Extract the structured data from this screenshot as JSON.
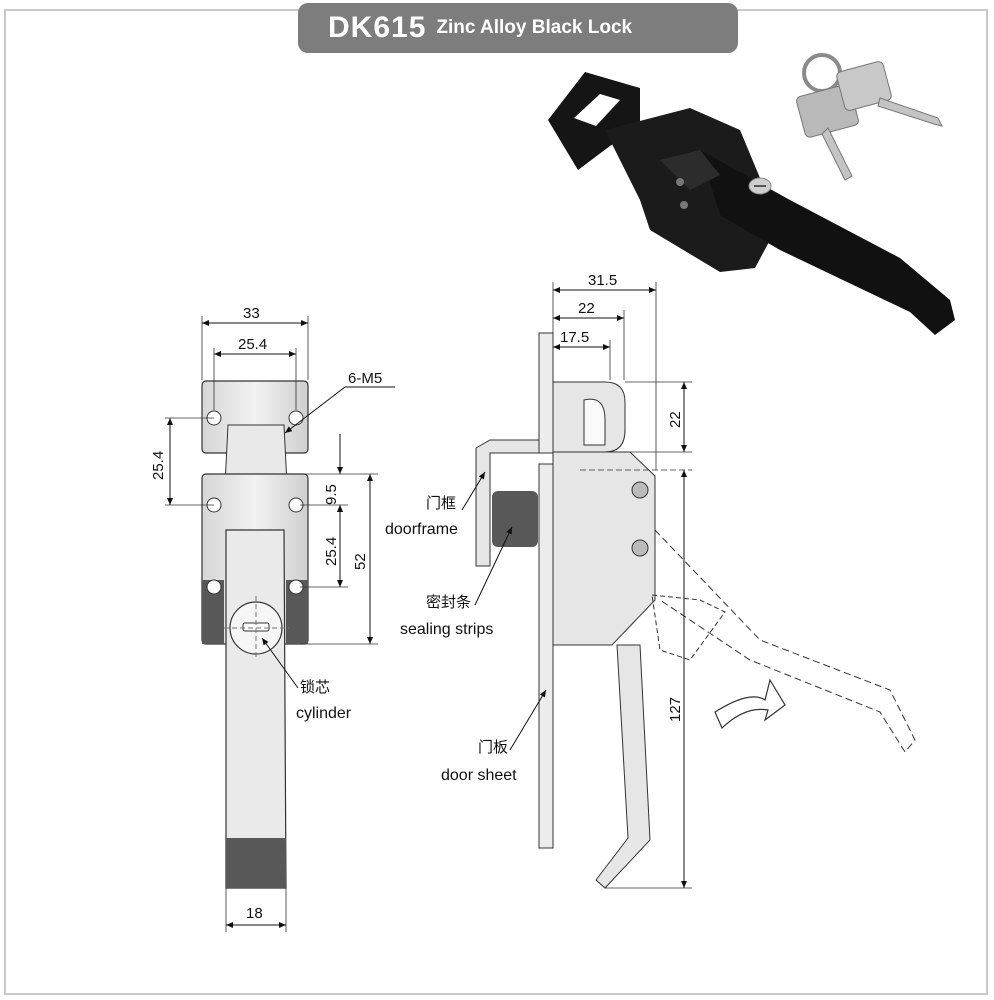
{
  "title": {
    "code": "DK615",
    "description": "Zinc Alloy Black Lock"
  },
  "front_view": {
    "dim_width": "33",
    "dim_hole_spacing": "25.4",
    "dim_screw": "6-M5",
    "dim_vertical_spacing": "25.4",
    "dim_upper": "9.5",
    "dim_mid": "25.4",
    "dim_total": "52",
    "dim_handle_width": "18",
    "cylinder_label_cn": "锁芯",
    "cylinder_label_en": "cylinder"
  },
  "side_view": {
    "dim_top_total": "31.5",
    "dim_top_mid": "22",
    "dim_top_small": "17.5",
    "dim_right_top": "22",
    "dim_right_long": "127",
    "doorframe_cn": "门框",
    "doorframe_en": "doorframe",
    "sealing_cn": "密封条",
    "sealing_en": "sealing strips",
    "doorsheet_cn": "门板",
    "doorsheet_en": "door sheet"
  },
  "colors": {
    "title_bg": "#7d7d7d",
    "part_fill": "#e6e6e6",
    "dark_fill": "#585858",
    "black_lock": "#111111"
  }
}
